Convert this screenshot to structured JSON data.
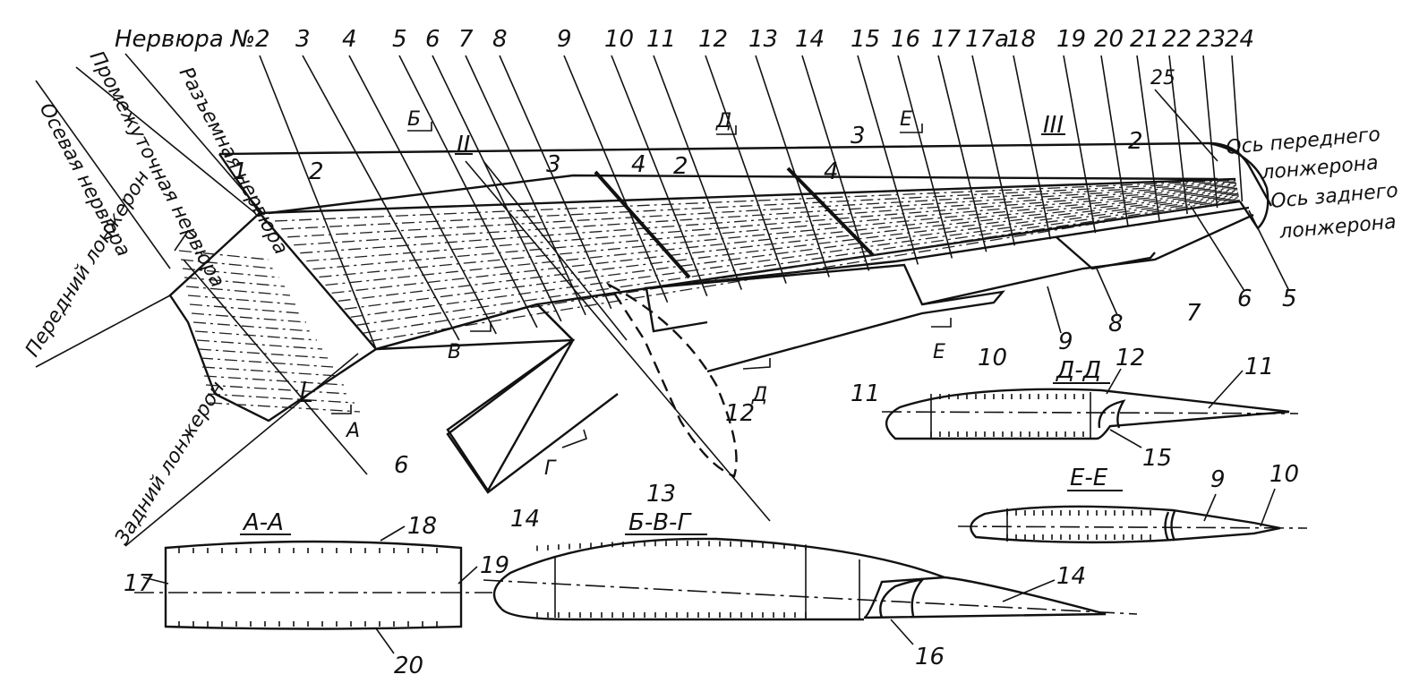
{
  "rib_header": "Нервюра №2",
  "rib_numbers": [
    "3",
    "4",
    "5",
    "6",
    "7",
    "8",
    "9",
    "10",
    "11",
    "12",
    "13",
    "14",
    "15",
    "16",
    "17",
    "17а",
    "18",
    "19",
    "20",
    "21",
    "22",
    "23",
    "24"
  ],
  "diagonal_labels": {
    "split_rib": "Разъемная нервюра",
    "intermediate_rib": "Промежуточная нервюра",
    "axial_rib": "Осевая нервюра",
    "front_spar": "Передний лонжерон",
    "rear_spar": "Задний лонжерон"
  },
  "right_labels": {
    "front_spar_axis_1": "Ось переднего",
    "front_spar_axis_2": "лонжерона",
    "rear_spar_axis_1": "Ось заднего",
    "rear_spar_axis_2": "лонжерона"
  },
  "roman": {
    "r1": "I",
    "r2": "II",
    "r3": "III"
  },
  "section_marks": {
    "a": "А",
    "b": "Б",
    "v": "В",
    "g": "Г",
    "d": "Д",
    "e": "Е"
  },
  "callouts": {
    "n1": "1",
    "n2a": "2",
    "n2b": "2",
    "n2c": "2",
    "n3a": "3",
    "n3b": "3",
    "n4a": "4",
    "n4b": "4",
    "n25": "25",
    "n5": "5",
    "n6a": "6",
    "n6b": "6",
    "n7": "7",
    "n8": "8",
    "n9": "9",
    "n10": "10",
    "n11": "11",
    "n12": "12",
    "n13": "13",
    "n14": "14"
  },
  "sections": {
    "aa": {
      "title": "А-А",
      "n17": "17",
      "n18": "18",
      "n19": "19",
      "n20": "20"
    },
    "bvg": {
      "title": "Б-В-Г",
      "n14": "14",
      "n16": "16"
    },
    "dd": {
      "title": "Д-Д",
      "n11": "11",
      "n12": "12",
      "n15": "15"
    },
    "ee": {
      "title": "Е-Е",
      "n9": "9",
      "n10": "10"
    }
  }
}
